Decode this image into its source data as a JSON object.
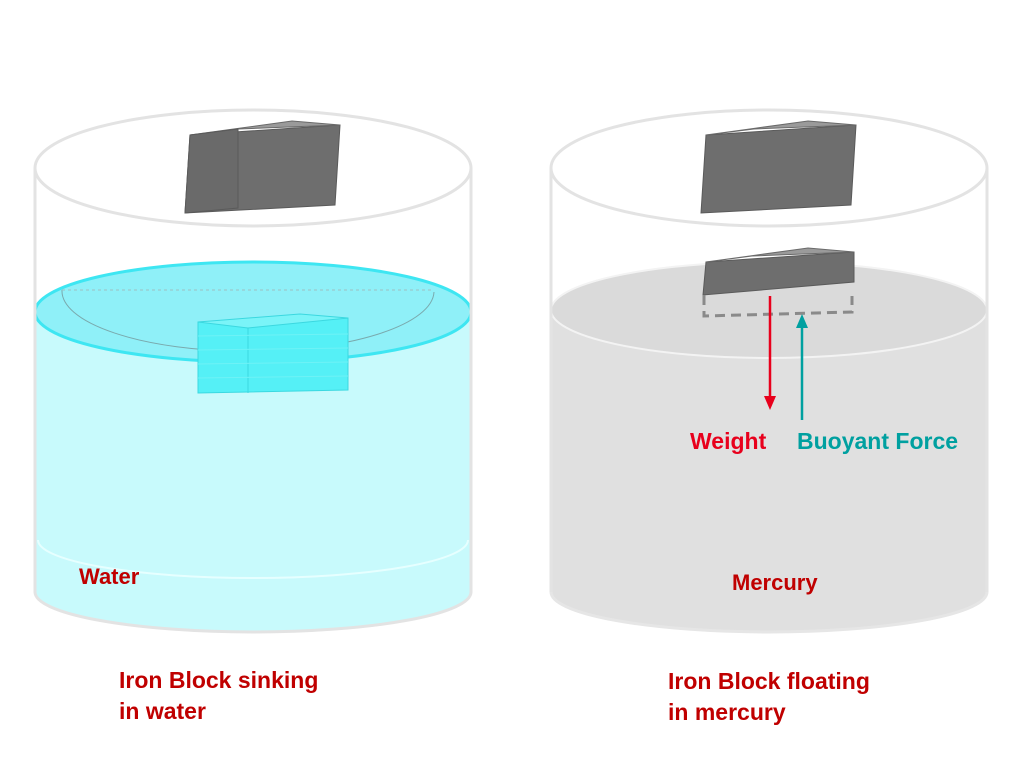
{
  "left": {
    "liquid_label": "Water",
    "caption_line1": "Iron Block sinking",
    "caption_line2": "in water"
  },
  "right": {
    "liquid_label": "Mercury",
    "caption_line1": "Iron Block floating",
    "caption_line2": "in mercury",
    "weight_label": "Weight",
    "buoyant_label": "Buoyant Force"
  },
  "colors": {
    "label_red": "#c00000",
    "weight_arrow": "#e8001c",
    "buoyant_arrow": "#00a0a0",
    "water_fill": "#c8fafc",
    "water_surface": "#8ff0f8",
    "water_rim": "#3ee6f2",
    "mercury_fill": "#e0e0e0",
    "block_front": "#6e6e6e",
    "block_top": "#9a9a9a"
  }
}
